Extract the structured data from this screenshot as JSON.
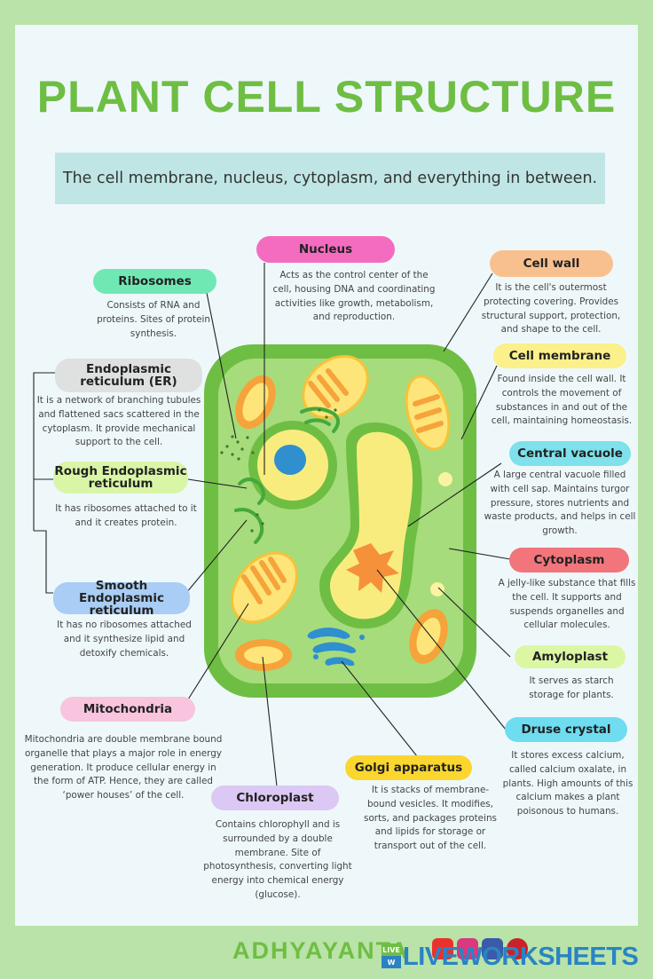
{
  "title": "PLANT CELL STRUCTURE",
  "subtitle": "The cell membrane, nucleus, cytoplasm, and everything in between.",
  "labels": {
    "nucleus": {
      "name": "Nucleus",
      "desc": "Acts as the control center of the cell, housing DNA and coordinating activities like growth, metabolism, and reproduction.",
      "color": "#f36cc0"
    },
    "cell_wall": {
      "name": "Cell wall",
      "desc": "It is the cell's outermost protecting covering. Provides structural support, protection, and shape to the cell.",
      "color": "#f9c08f"
    },
    "ribosomes": {
      "name": "Ribosomes",
      "desc": "Consists of RNA and proteins. Sites of protein synthesis.",
      "color": "#70e8b4"
    },
    "cell_membrane": {
      "name": "Cell membrane",
      "desc": "Found inside the cell wall. It controls  the movement of substances in and out of the cell, maintaining homeostasis.",
      "color": "#fbf08a"
    },
    "er": {
      "name": "Endoplasmic reticulum (ER)",
      "desc": "It is a network of branching tubules and flattened sacs scattered in the cytoplasm. It provide mechanical support to the cell.",
      "color": "#dfe0e0"
    },
    "central_vacuole": {
      "name": "Central vacuole",
      "desc": "A large central vacuole filled with cell sap. Maintains turgor pressure, stores nutrients and waste products, and helps in cell growth.",
      "color": "#7ee1ec"
    },
    "rough_er": {
      "name": "Rough Endoplasmic reticulum",
      "desc": "It has ribosomes attached to it and it creates protein.",
      "color": "#d9f6a7"
    },
    "cytoplasm": {
      "name": "Cytoplasm",
      "desc": "A jelly-like substance that fills the cell. It supports and suspends organelles and cellular molecules.",
      "color": "#f2757b"
    },
    "smooth_er": {
      "name": "Smooth Endoplasmic reticulum",
      "desc": "It has no ribosomes attached and it synthesize lipid and detoxify chemicals.",
      "color": "#a9cdf4"
    },
    "amyloplast": {
      "name": "Amyloplast",
      "desc": "It serves as starch storage for plants.",
      "color": "#dcf7a3"
    },
    "mitochondria": {
      "name": "Mitochondria",
      "desc": "Mitochondria are double membrane bound organelle that plays a major role in energy generation. It produce cellular energy in the form of ATP. Hence, they are called ‘power houses’ of the cell.",
      "color": "#f8c4de"
    },
    "druse_crystal": {
      "name": "Druse crystal",
      "desc": "It stores excess calcium, called calcium oxalate, in plants. High amounts of this calcium makes a plant poisonous to humans.",
      "color": "#6fdcf0"
    },
    "golgi": {
      "name": "Golgi apparatus",
      "desc": "It is stacks of membrane-bound vesicles. It modifies, sorts, and packages proteins and lipids for storage or transport out of the cell.",
      "color": "#fbd62e"
    },
    "chloroplast": {
      "name": "Chloroplast",
      "desc": "Contains chlorophyll and is surrounded by a double membrane. Site of photosynthesis, converting light energy into chemical energy (glucose).",
      "color": "#dcc8f4"
    }
  },
  "footer": {
    "brand": "ADHYAYANTA",
    "liveworksheets": "LIVEWORKSHEETS",
    "badge_top": "LIVE",
    "badge_bottom": "W"
  },
  "colors": {
    "background": "#b9e3a8",
    "panel": "#eef8fb",
    "title": "#6fbe44",
    "band": "#bfe6e4",
    "cell_wall": "#6fbe44",
    "cytoplasm": "#a6dc7c",
    "vacuole": "#f9ec7e",
    "mitochondria": "#f5a33a",
    "chloroplast": "#fde57a"
  }
}
